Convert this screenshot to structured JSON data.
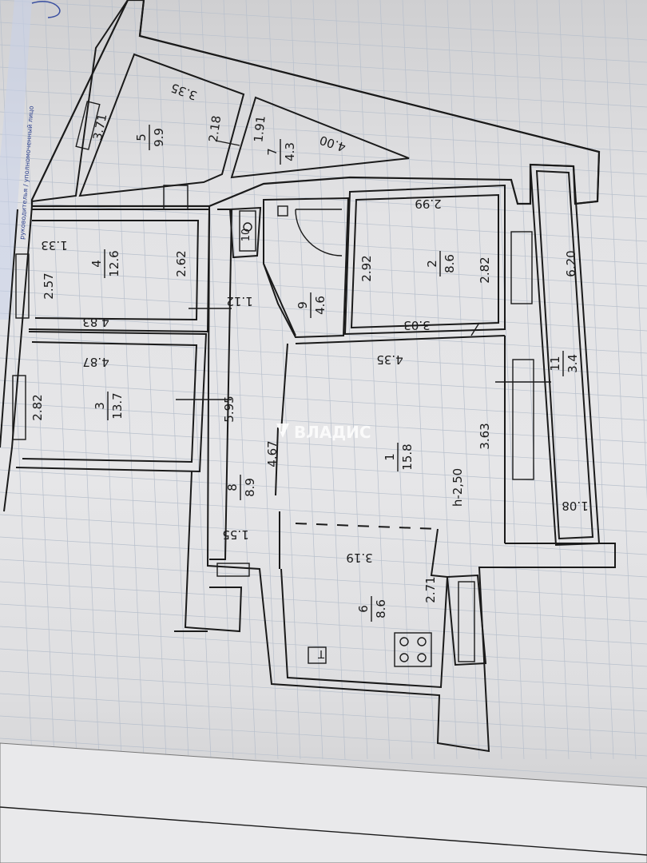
{
  "watermark": "ВЛАДИС",
  "stamp_text": "руководителья / уполномоченный лицо",
  "ceiling_height": "h-2,50",
  "rooms": [
    {
      "id": "1",
      "area": "15.8"
    },
    {
      "id": "2",
      "area": "8.6"
    },
    {
      "id": "3",
      "area": "13.7"
    },
    {
      "id": "4",
      "area": "12.6"
    },
    {
      "id": "5",
      "area": "9.9"
    },
    {
      "id": "6",
      "area": "8.6"
    },
    {
      "id": "7",
      "area": "4.3"
    },
    {
      "id": "8",
      "area": "8.9"
    },
    {
      "id": "9",
      "area": "4.6"
    },
    {
      "id": "10",
      "area": ""
    },
    {
      "id": "11",
      "area": "3.4"
    }
  ],
  "dimensions": {
    "d_335": "3.35",
    "d_371": "3.71",
    "d_218": "2.18",
    "d_191": "1.91",
    "d_400": "4.00",
    "d_133": "1.33",
    "d_257": "2.57",
    "d_262": "2.62",
    "d_483": "4.83",
    "d_112": "1.12",
    "d_299": "2.99",
    "d_292": "2.92",
    "d_282a": "2.82",
    "d_303": "3.03",
    "d_620": "6.20",
    "d_487": "4.87",
    "d_282b": "2.82",
    "d_595": "5.95",
    "d_435": "4.35",
    "d_467": "4.67",
    "d_363": "3.63",
    "d_108": "1.08",
    "d_155": "1.55",
    "d_319": "3.19",
    "d_271": "2.71"
  },
  "stove_symbol": "stove-icon",
  "tap_symbol": "Т"
}
